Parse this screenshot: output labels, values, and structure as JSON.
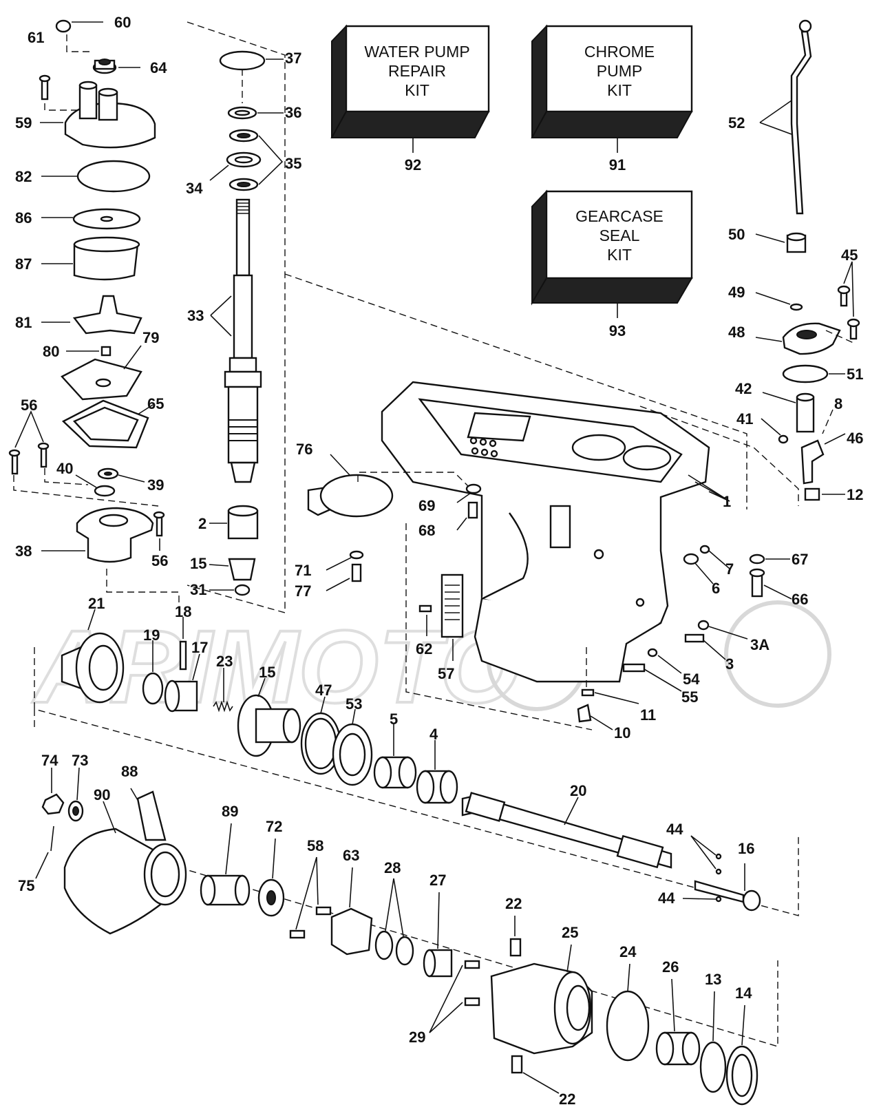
{
  "kits": [
    {
      "id": "water-pump-repair-kit",
      "lines": [
        "WATER PUMP",
        "REPAIR",
        "KIT"
      ],
      "number": "92"
    },
    {
      "id": "chrome-pump-kit",
      "lines": [
        "CHROME",
        "PUMP",
        "KIT"
      ],
      "number": "91"
    },
    {
      "id": "gearcase-seal-kit",
      "lines": [
        "GEARCASE",
        "SEAL",
        "KIT"
      ],
      "number": "93"
    }
  ],
  "watermark": "ARIMOTO",
  "callouts": {
    "c60": "60",
    "c61": "61",
    "c64": "64",
    "c59": "59",
    "c82": "82",
    "c86": "86",
    "c87": "87",
    "c81": "81",
    "c80": "80",
    "c79": "79",
    "c65": "65",
    "c56a": "56",
    "c40": "40",
    "c39": "39",
    "c56b": "56",
    "c38": "38",
    "c37": "37",
    "c36": "36",
    "c35": "35",
    "c34": "34",
    "c33": "33",
    "c2": "2",
    "c15a": "15",
    "c31": "31",
    "c52": "52",
    "c50": "50",
    "c45": "45",
    "c49": "49",
    "c48": "48",
    "c51": "51",
    "c42": "42",
    "c41": "41",
    "c8": "8",
    "c46": "46",
    "c12": "12",
    "c1": "1",
    "c76": "76",
    "c69": "69",
    "c68": "68",
    "c71": "71",
    "c77": "77",
    "c67": "67",
    "c7": "7",
    "c6": "6",
    "c66": "66",
    "c62": "62",
    "c57": "57",
    "c3A": "3A",
    "c3": "3",
    "c54": "54",
    "c55": "55",
    "c11": "11",
    "c10": "10",
    "c21": "21",
    "c19": "19",
    "c18": "18",
    "c17": "17",
    "c23": "23",
    "c15b": "15",
    "c47": "47",
    "c53": "53",
    "c5": "5",
    "c4": "4",
    "c20": "20",
    "c44a": "44",
    "c16": "16",
    "c44b": "44",
    "c74": "74",
    "c73": "73",
    "c88": "88",
    "c90": "90",
    "c75": "75",
    "c89": "89",
    "c72": "72",
    "c58": "58",
    "c63": "63",
    "c28": "28",
    "c27": "27",
    "c22a": "22",
    "c25": "25",
    "c24": "24",
    "c26": "26",
    "c13": "13",
    "c14": "14",
    "c29": "29",
    "c22b": "22"
  }
}
